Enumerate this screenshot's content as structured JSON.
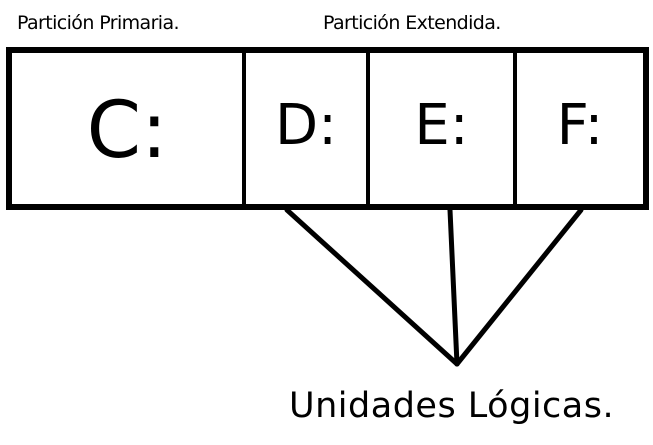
{
  "labels": {
    "primary_partition": "Partición Primaria.",
    "extended_partition": "Partición Extendida.",
    "logical_units": "Unidades Lógicas."
  },
  "partitions": [
    {
      "letter": "C:",
      "type": "primary"
    },
    {
      "letter": "D:",
      "type": "logical"
    },
    {
      "letter": "E:",
      "type": "logical"
    },
    {
      "letter": "F:",
      "type": "logical"
    }
  ],
  "colors": {
    "stroke": "#000000",
    "background": "#ffffff"
  }
}
